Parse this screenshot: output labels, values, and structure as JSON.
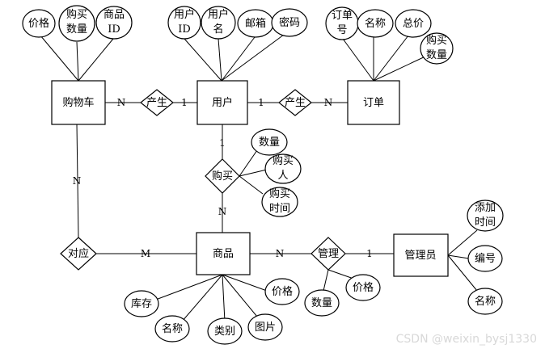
{
  "entities": {
    "cart": "购物车",
    "user": "用户",
    "order": "订单",
    "product": "商品",
    "admin": "管理员"
  },
  "relationships": {
    "cart_user": "产生",
    "user_order": "产生",
    "buy": "购买",
    "correspond": "对应",
    "manage": "管理"
  },
  "attributes": {
    "cart_price": [
      "价格"
    ],
    "cart_buy_qty": [
      "购买",
      "数量"
    ],
    "cart_product_id": [
      "商品",
      "ID"
    ],
    "user_id": [
      "用户",
      "ID"
    ],
    "user_name": [
      "用户",
      "名"
    ],
    "user_email": [
      "邮箱"
    ],
    "user_password": [
      "密码"
    ],
    "order_no": [
      "订单",
      "号"
    ],
    "order_name": [
      "名称"
    ],
    "order_total": [
      "总价"
    ],
    "order_buy_qty": [
      "购买",
      "数量"
    ],
    "buy_qty": [
      "数量"
    ],
    "buy_person": [
      "购买",
      "人"
    ],
    "buy_time": [
      "购买",
      "时间"
    ],
    "product_stock": [
      "库存"
    ],
    "product_name": [
      "名称"
    ],
    "product_category": [
      "类别"
    ],
    "product_image": [
      "图片"
    ],
    "product_price": [
      "价格"
    ],
    "manage_qty": [
      "数量"
    ],
    "manage_price": [
      "价格"
    ],
    "admin_add_time": [
      "添加",
      "时间"
    ],
    "admin_id": [
      "编号"
    ],
    "admin_name": [
      "名称"
    ]
  },
  "cardinalities": {
    "cart_side": "N",
    "user_side_cart": "1",
    "user_side_order": "1",
    "order_side": "N",
    "user_side_buy": "1",
    "product_side_buy": "N",
    "cart_side_correspond": "N",
    "product_side_correspond": "M",
    "product_side_manage": "N",
    "admin_side_manage": "1"
  },
  "watermark": "CSDN @weixin_bysj1330"
}
